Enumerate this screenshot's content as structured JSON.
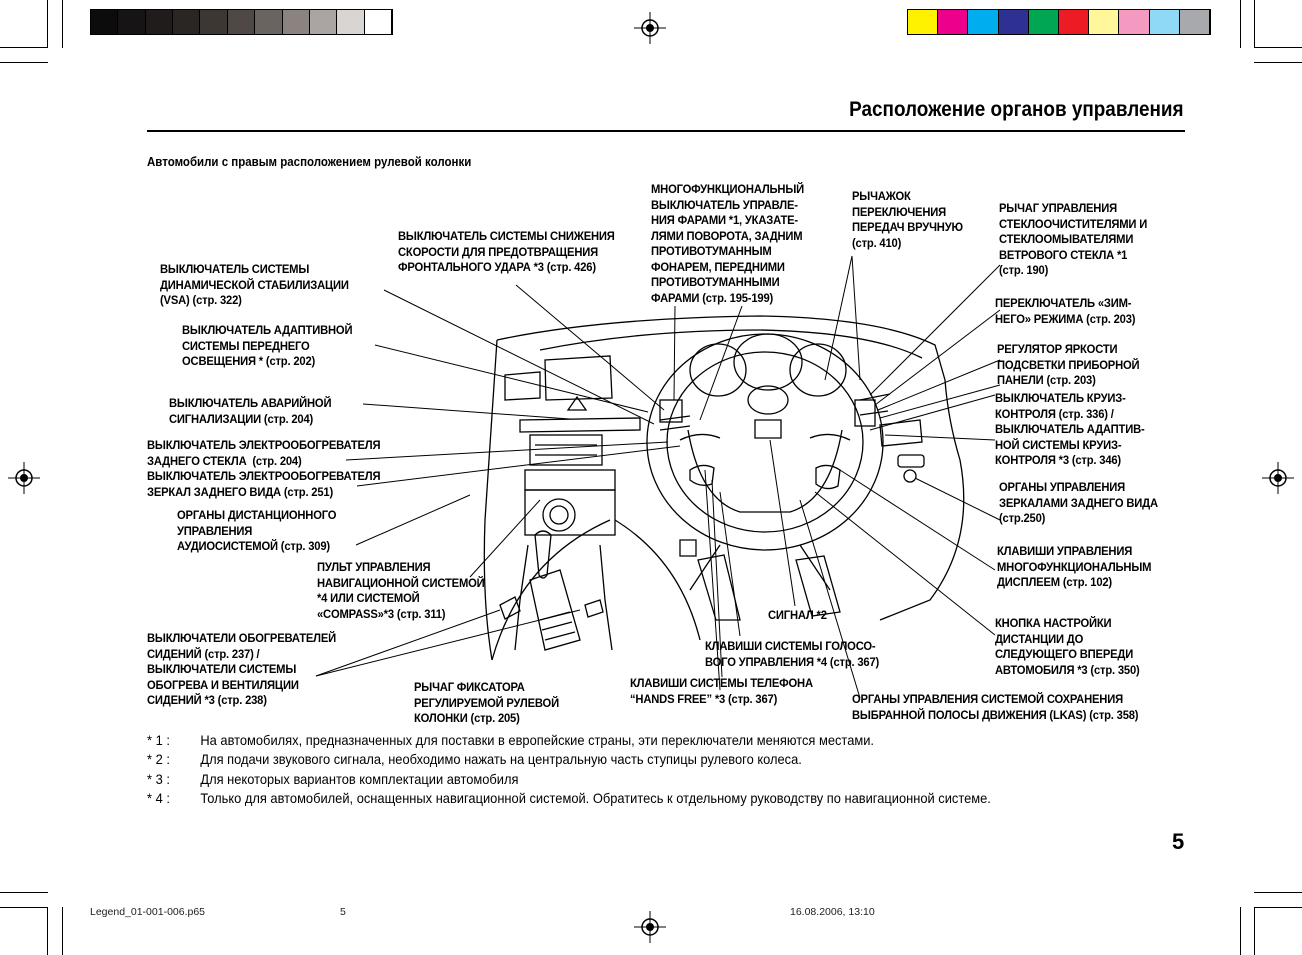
{
  "header": {
    "title": "Расположение органов управления",
    "subtitle": "Автомобили с правым расположением рулевой колонки"
  },
  "swatches": {
    "gray": [
      "#0c0c0c",
      "#161414",
      "#1f1c1b",
      "#2a2624",
      "#3d3734",
      "#4f4845",
      "#6a6460",
      "#8a837f",
      "#aaa5a2",
      "#d9d5d3",
      "#ffffff"
    ],
    "color": [
      "#fff200",
      "#ec008c",
      "#00aeef",
      "#2e3192",
      "#00a651",
      "#ed1c24",
      "#fff79a",
      "#f49ac1",
      "#8fd8f6",
      "#a7a9ac"
    ]
  },
  "labels": {
    "vsa": "ВЫКЛЮЧАТЕЛЬ СИСТЕМЫ\nДИНАМИЧЕСКОЙ СТАБИЛИЗАЦИИ\n(VSA) (стр. 322)",
    "afs": "ВЫКЛЮЧАТЕЛЬ АДАПТИВНОЙ\nСИСТЕМЫ ПЕРЕДНЕГО\nОСВЕЩЕНИЯ * (стр. 202)",
    "hazard": "ВЫКЛЮЧАТЕЛЬ АВАРИЙНОЙ\nСИГНАЛИЗАЦИИ (стр. 204)",
    "defog": "ВЫКЛЮЧАТЕЛЬ ЭЛЕКТРООБОГРЕВАТЕЛЯ\nЗАДНЕГО СТЕКЛА  (стр. 204)\nВЫКЛЮЧАТЕЛЬ ЭЛЕКТРООБОГРЕВАТЕЛЯ\nЗЕРКАЛ ЗАДНЕГО ВИДА (стр. 251)",
    "audio_remote": "ОРГАНЫ ДИСТАНЦИОННОГО\nУПРАВЛЕНИЯ\nАУДИОСИСТЕМОЙ (стр. 309)",
    "nav": "ПУЛЬТ УПРАВЛЕНИЯ\nНАВИГАЦИОННОЙ СИСТЕМОЙ\n*4 ИЛИ СИСТЕМОЙ\n«COMPASS»*3 (стр. 311)",
    "seat_heat": "ВЫКЛЮЧАТЕЛИ ОБОГРЕВАТЕЛЕЙ\nСИДЕНИЙ (стр. 237) /\nВЫКЛЮЧАТЕЛИ СИСТЕМЫ\nОБОГРЕВА И ВЕНТИЛЯЦИИ\nСИДЕНИЙ *3 (стр. 238)",
    "tilt": "РЫЧАГ ФИКСАТОРА\nРЕГУЛИРУЕМОЙ РУЛЕВОЙ\nКОЛОНКИ (стр. 205)",
    "cmbs": "ВЫКЛЮЧАТЕЛЬ СИСТЕМЫ СНИЖЕНИЯ\nСКОРОСТИ ДЛЯ ПРЕДОТВРАЩЕНИЯ\nФРОНТАЛЬНОГО УДАРА *3 (стр. 426)",
    "multi": "МНОГОФУНКЦИОНАЛЬНЫЙ\nВЫКЛЮЧАТЕЛЬ УПРАВЛЕ-\nНИЯ ФАРАМИ *1, УКАЗАТЕ-\nЛЯМИ ПОВОРОТА, ЗАДНИМ\nПРОТИВОТУМАННЫМ\nФОНАРЕМ, ПЕРЕДНИМИ\nПРОТИВОТУМАННЫМИ\nФАРАМИ (стр. 195-199)",
    "paddle": "РЫЧАЖОК\nПЕРЕКЛЮЧЕНИЯ\nПЕРЕДАЧ ВРУЧНУЮ\n(стр. 410)",
    "wiper": "РЫЧАГ УПРАВЛЕНИЯ\nСТЕКЛООЧИСТИТЕЛЯМИ И\nСТЕКЛООМЫВАТЕЛЯМИ\nВЕТРОВОГО СТЕКЛА *1\n(стр. 190)",
    "snow": "ПЕРЕКЛЮЧАТЕЛЬ «ЗИМ-\nНЕГО» РЕЖИМА (стр. 203)",
    "dimmer": "РЕГУЛЯТОР ЯРКОСТИ\nПОДСВЕТКИ ПРИБОРНОЙ\nПАНЕЛИ (стр. 203)",
    "cruise": "ВЫКЛЮЧАТЕЛЬ КРУИЗ-\nКОНТРОЛЯ (стр. 336) /\nВЫКЛЮЧАТЕЛЬ АДАПТИВ-\nНОЙ СИСТЕМЫ КРУИЗ-\nКОНТРОЛЯ *3 (стр. 346)",
    "mirrors": "ОРГАНЫ УПРАВЛЕНИЯ\nЗЕРКАЛАМИ ЗАДНЕГО ВИДА\n(стр.250)",
    "mid": "КЛАВИШИ УПРАВЛЕНИЯ\nМНОГОФУНКЦИОНАЛЬНЫМ\nДИСПЛЕЕМ (стр. 102)",
    "distance": "КНОПКА НАСТРОЙКИ\nДИСТАНЦИИ ДО\nСЛЕДУЮЩЕГО ВПЕРЕДИ\nАВТОМОБИЛЯ *3 (стр. 350)",
    "lkas": "ОРГАНЫ УПРАВЛЕНИЯ СИСТЕМОЙ СОХРАНЕНИЯ\nВЫБРАННОЙ ПОЛОСЫ ДВИЖЕНИЯ (LKAS) (стр. 358)",
    "horn": "СИГНАЛ *2",
    "voice": "КЛАВИШИ СИСТЕМЫ ГОЛОСО-\nВОГО УПРАВЛЕНИЯ *4 (стр. 367)",
    "hfl": "КЛАВИШИ СИСТЕМЫ ТЕЛЕФОНА\n“HANDS FREE” *3 (стр. 367)"
  },
  "footnotes": [
    {
      "mark": "* 1 :",
      "text": "На автомобилях, предназначенных для поставки в европейские страны, эти переключатели меняются местами."
    },
    {
      "mark": "* 2 :",
      "text": "Для подачи звукового сигнала, необходимо нажать на центральную часть ступицы рулевого колеса."
    },
    {
      "mark": "* 3 :",
      "text": "Для некоторых вариантов комплектации автомобиля"
    },
    {
      "mark": "* 4 :",
      "text": "Только для автомобилей, оснащенных навигационной системой.  Обратитесь к отдельному руководству по навигационной системе."
    }
  ],
  "page_number": "5",
  "footer": {
    "file": "Legend_01-001-006.p65",
    "page": "5",
    "datetime": "16.08.2006, 13:10"
  }
}
